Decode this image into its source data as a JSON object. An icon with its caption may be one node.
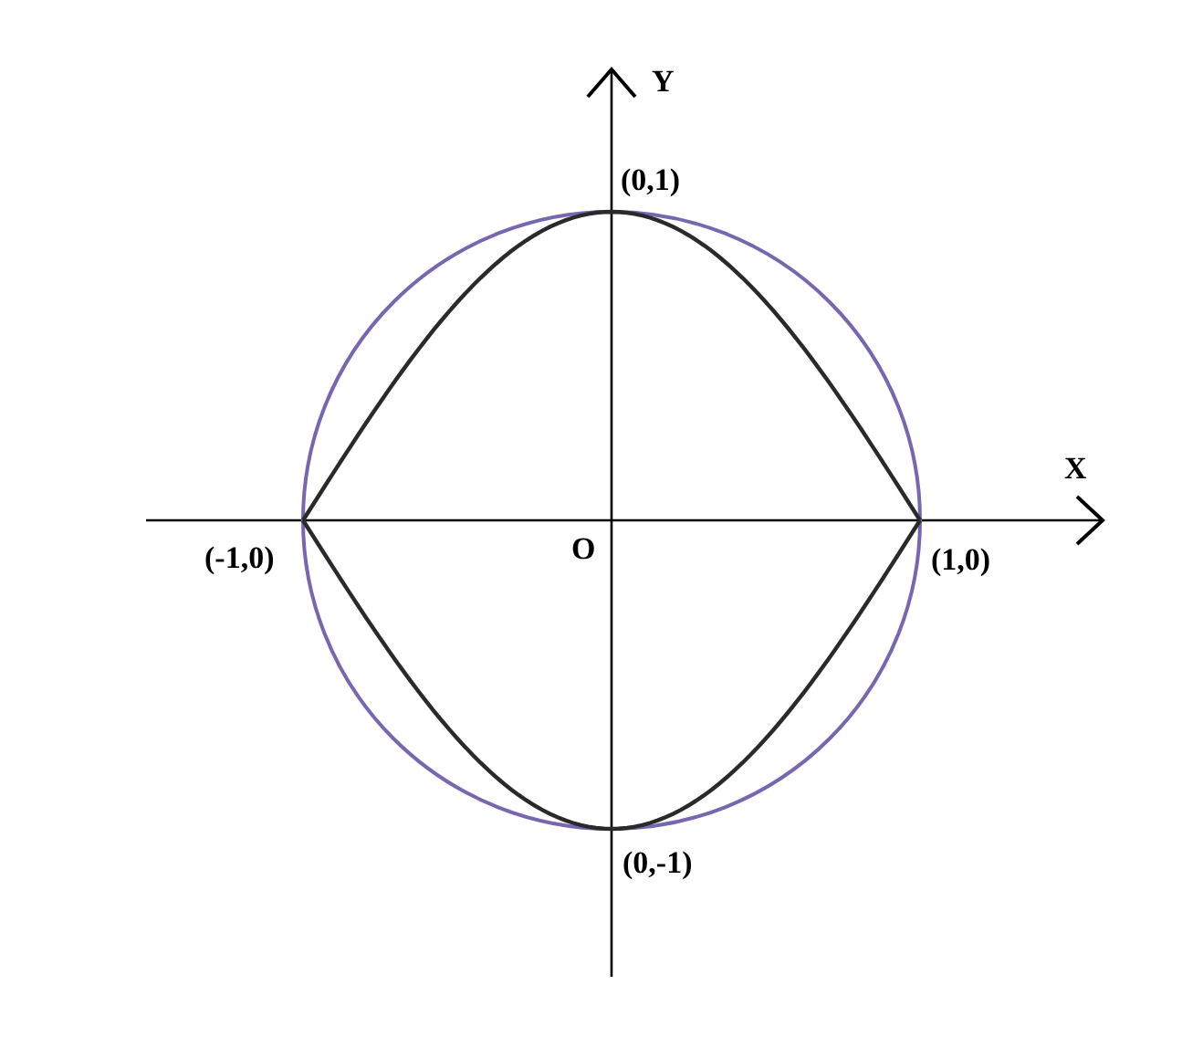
{
  "diagram": {
    "labels": [
      "Y",
      "(0,1)",
      "X",
      "(-1,0)",
      "O",
      "(1,0)",
      "(0,-1)"
    ]
  }
}
